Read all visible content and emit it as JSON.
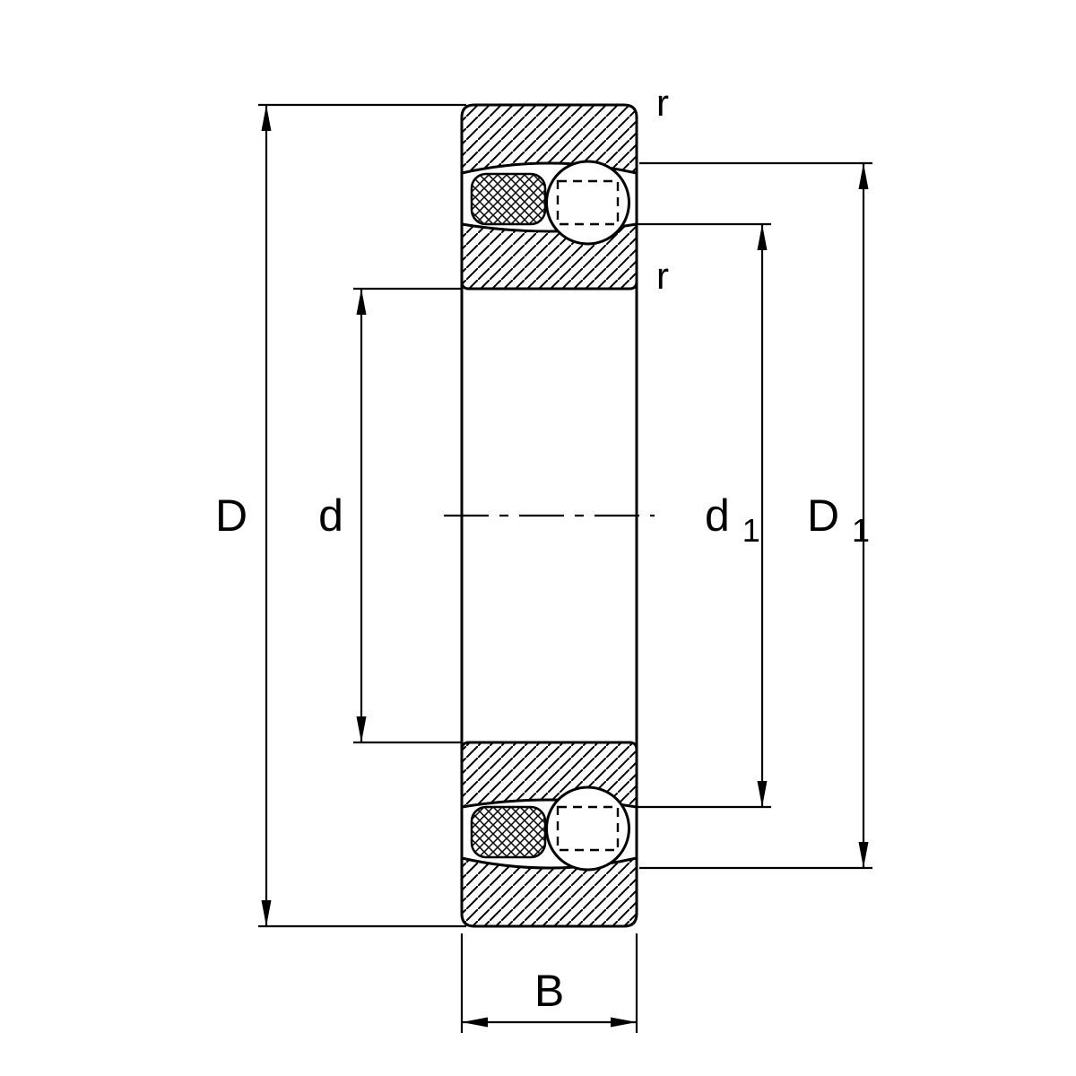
{
  "canvas": {
    "background": "#ffffff",
    "ink": "#000000"
  },
  "figure": {
    "dimension_labels": {
      "D": "D",
      "d": "d",
      "d1": {
        "base": "d",
        "sub": "1"
      },
      "D1": {
        "base": "D",
        "sub": "1"
      },
      "B": "B"
    },
    "chamfer_labels": {
      "top": "r",
      "inner": "r"
    }
  }
}
